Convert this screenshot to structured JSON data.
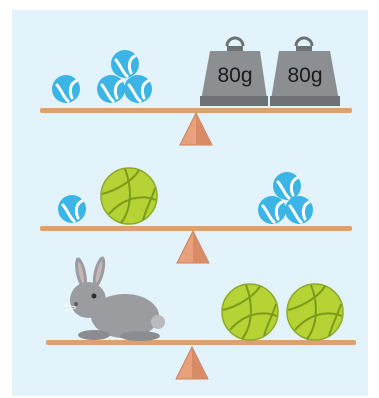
{
  "colors": {
    "background": "#e3f3fb",
    "plank": "#d9a273",
    "plank_edge": "#b8815a",
    "fulcrum": "#e9a07c",
    "fulcrum_edge": "#c97f5e",
    "weight": "#8b8f92",
    "weight_dark": "#6e7275",
    "tennis_ball": "#3bb4e6",
    "volleyball": "#b5d334",
    "rabbit": "#9a9ca0"
  },
  "scales": [
    {
      "left": [
        {
          "item": "ball-icon",
          "kind": "small blue ball",
          "count": 4
        }
      ],
      "right": [
        {
          "item": "weight-icon",
          "kind": "weight",
          "label": "80g"
        },
        {
          "item": "weight-icon",
          "kind": "weight",
          "label": "80g"
        }
      ]
    },
    {
      "left": [
        {
          "item": "ball-icon",
          "kind": "small blue ball",
          "count": 1
        },
        {
          "item": "volleyball-icon",
          "kind": "volleyball",
          "count": 1
        }
      ],
      "right": [
        {
          "item": "ball-icon",
          "kind": "small blue ball",
          "count": 3
        }
      ]
    },
    {
      "left": [
        {
          "item": "rabbit-icon",
          "kind": "rabbit",
          "count": 1
        }
      ],
      "right": [
        {
          "item": "volleyball-icon",
          "kind": "volleyball",
          "count": 2
        }
      ]
    }
  ]
}
